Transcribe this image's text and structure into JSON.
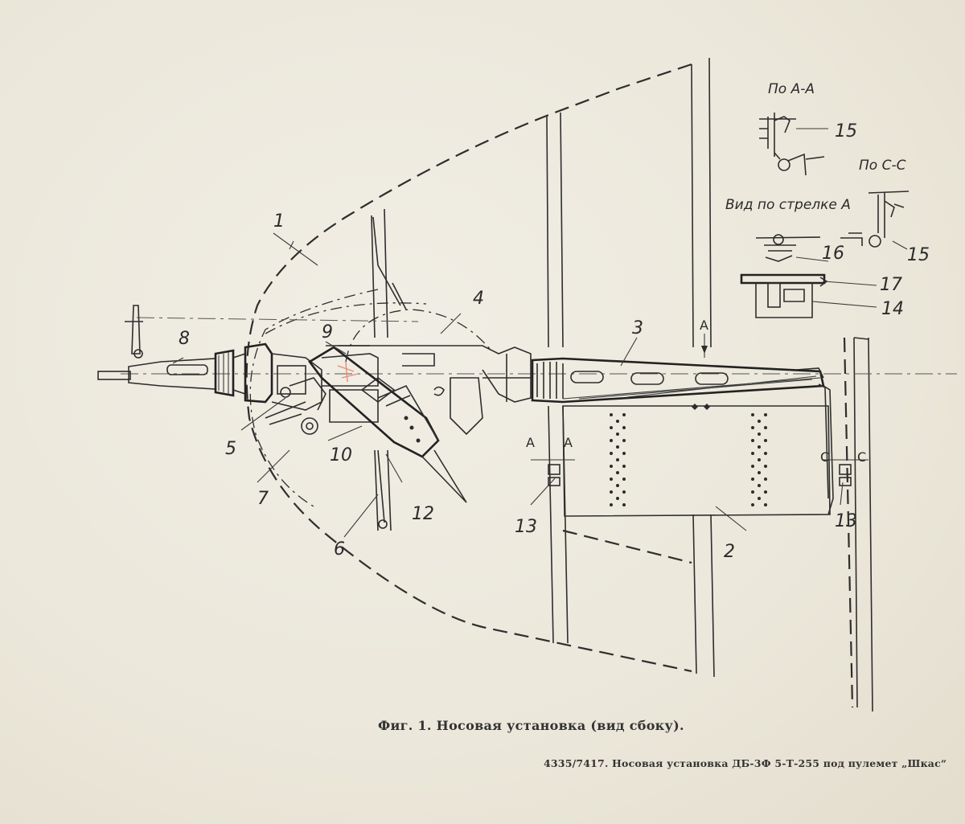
{
  "figure": {
    "caption": "Фиг. 1. Носовая установка (вид сбоку).",
    "document_ref": "4335/7417. Носовая установка ДБ-3Ф 5-Т-255 под пулемет „Шкас“"
  },
  "views": {
    "section_a": "По А-А",
    "section_c": "По С-С",
    "arrow_view": "Вид по стрелке А"
  },
  "section_marks": {
    "a": "А",
    "c": "С"
  },
  "callouts": {
    "c1": "1",
    "c2": "2",
    "c3": "3",
    "c4": "4",
    "c5": "5",
    "c6": "6",
    "c7": "7",
    "c8": "8",
    "c9": "9",
    "c10": "10",
    "c12": "12",
    "c13a": "13",
    "c13b": "13",
    "c14": "14",
    "c15a": "15",
    "c15b": "15",
    "c16": "16",
    "c17": "17"
  }
}
